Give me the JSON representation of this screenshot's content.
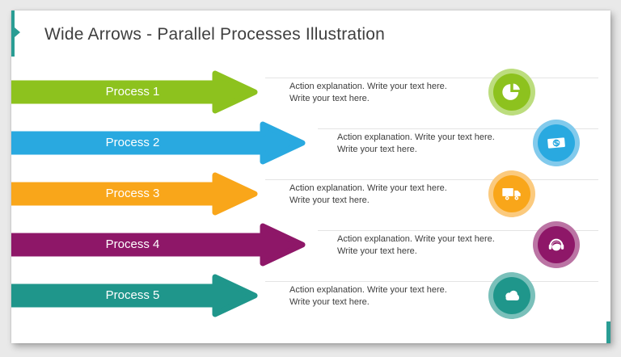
{
  "slide": {
    "title": "Wide Arrows - Parallel Processes Illustration",
    "accent_color": "#2A9D94"
  },
  "rows": [
    {
      "label": "Process 1",
      "color": "#8DC21E",
      "ring_color": "#BCDD7E",
      "icon": "pie-chart",
      "description_line1": "Action explanation. Write your text here.",
      "description_line2": "Write your text here."
    },
    {
      "label": "Process 2",
      "color": "#29A9E0",
      "ring_color": "#82CAEC",
      "icon": "banknote",
      "description_line1": "Action explanation. Write your text here.",
      "description_line2": "Write your text here."
    },
    {
      "label": "Process 3",
      "color": "#F9A61A",
      "ring_color": "#FBCA7E",
      "icon": "truck",
      "description_line1": "Action explanation. Write your text here.",
      "description_line2": "Write your text here."
    },
    {
      "label": "Process 4",
      "color": "#8E1768",
      "ring_color": "#BB74A4",
      "icon": "support-headset",
      "description_line1": "Action explanation. Write your text here.",
      "description_line2": "Write your text here."
    },
    {
      "label": "Process 5",
      "color": "#1F968B",
      "ring_color": "#7AC0BA",
      "icon": "cloud",
      "description_line1": "Action explanation. Write your text here.",
      "description_line2": "Write your text here."
    }
  ]
}
